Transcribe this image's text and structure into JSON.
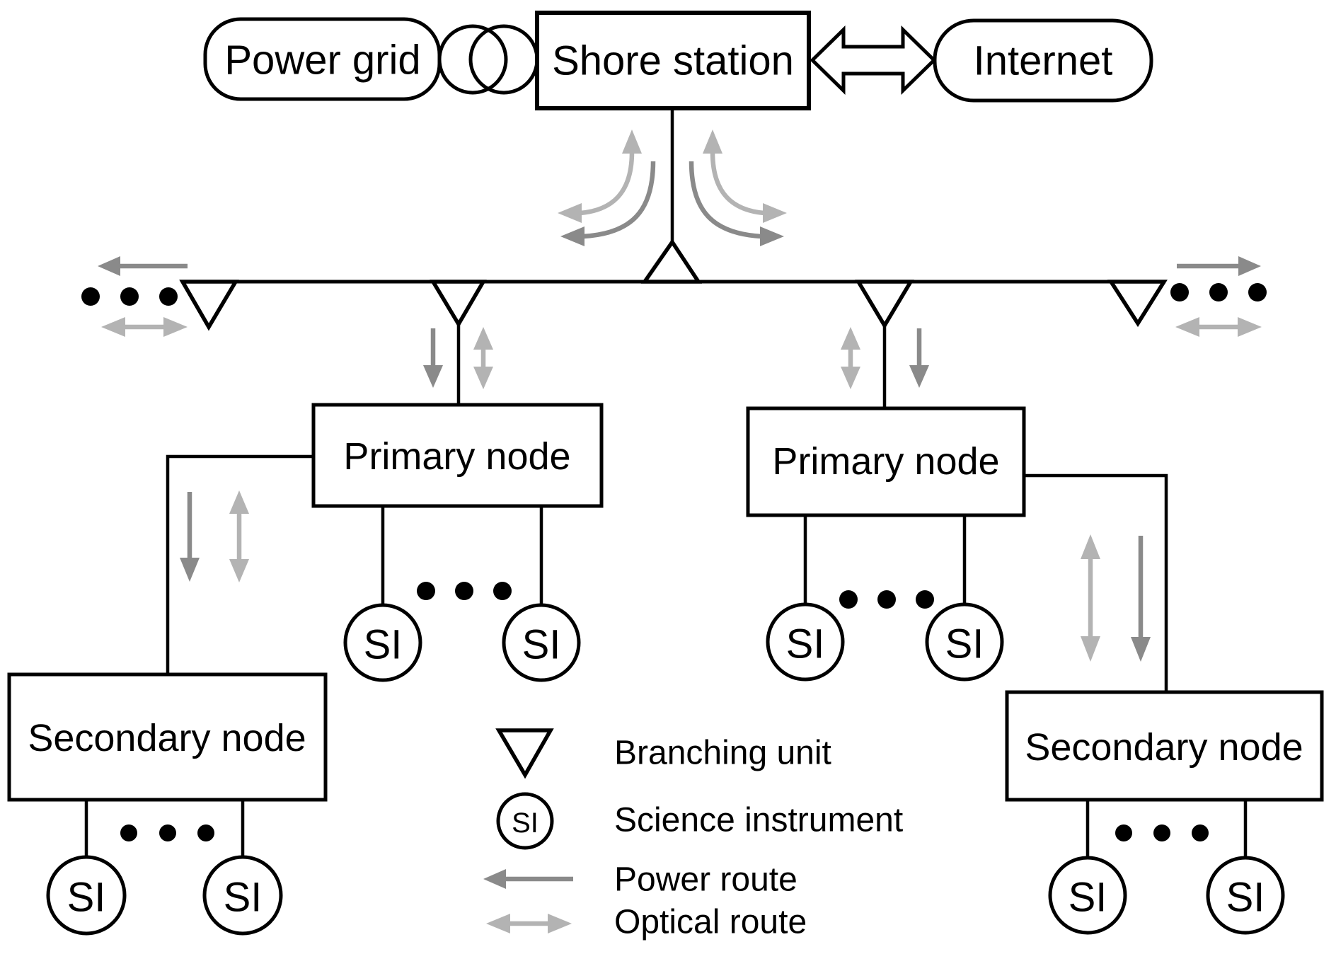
{
  "diagram": {
    "title_hint": "Cabled observatory network architecture",
    "nodes": {
      "power_grid": "Power grid",
      "shore_station": "Shore station",
      "internet": "Internet",
      "primary_node_left": "Primary node",
      "primary_node_right": "Primary node",
      "secondary_node_left": "Secondary node",
      "secondary_node_right": "Secondary node",
      "si": "SI"
    },
    "legend": {
      "branching_unit": "Branching unit",
      "science_instrument": "Science instrument",
      "power_route": "Power route",
      "optical_route": "Optical route"
    },
    "colors": {
      "line": "#000000",
      "background": "#ffffff",
      "power_route": "#8a8a8a",
      "optical_route": "#b3b3b3"
    }
  }
}
